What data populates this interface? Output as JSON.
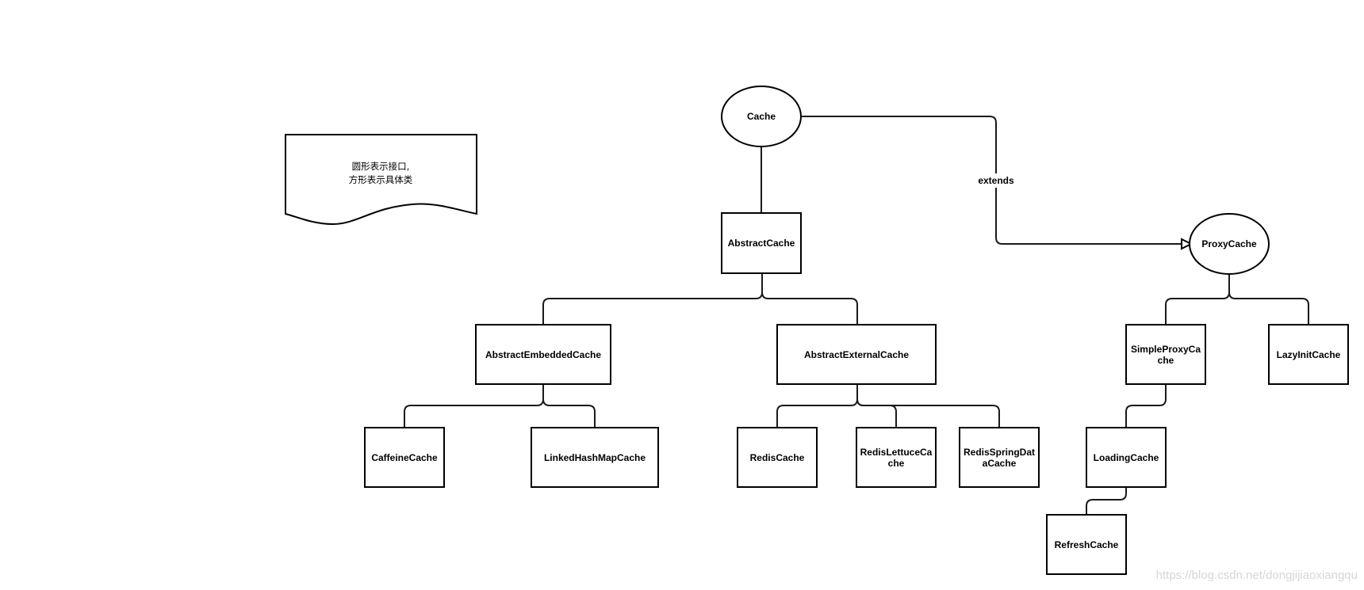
{
  "note": {
    "line1": "圆形表示接口,",
    "line2": "方形表示具体类"
  },
  "nodes": {
    "cache": "Cache",
    "proxy_cache": "ProxyCache",
    "abstract_cache": "AbstractCache",
    "abstract_embedded_cache": "AbstractEmbeddedCache",
    "abstract_external_cache": "AbstractExternalCache",
    "caffeine_cache": "CaffeineCache",
    "linked_hash_map_cache": "LinkedHashMapCache",
    "redis_cache": "RedisCache",
    "redis_lettuce_cache": [
      "RedisLettuceCa",
      "che"
    ],
    "redis_spring_data_cache": [
      "RedisSpringDat",
      "aCache"
    ],
    "simple_proxy_cache": [
      "SimpleProxyCa",
      "che"
    ],
    "lazy_init_cache": "LazyInitCache",
    "loading_cache": "LoadingCache",
    "refresh_cache": "RefreshCache"
  },
  "edge_labels": {
    "extends": "extends"
  },
  "watermark": "https://blog.csdn.net/dongjijiaoxiangqu"
}
